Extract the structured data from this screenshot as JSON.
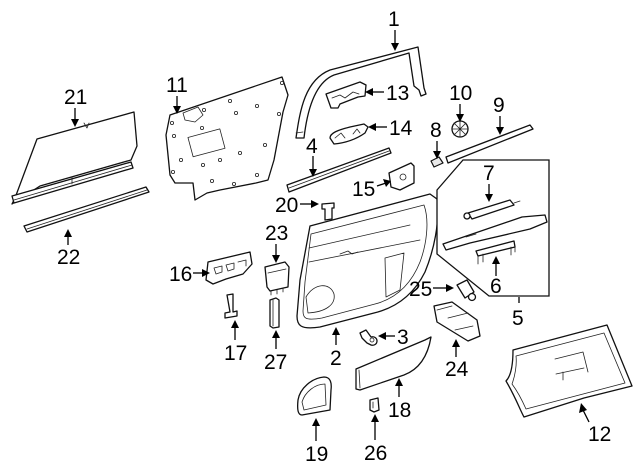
{
  "diagram": {
    "type": "exploded-parts-view",
    "subject": "rear door interior trim components",
    "callouts": [
      {
        "id": "1",
        "label": "1"
      },
      {
        "id": "2",
        "label": "2"
      },
      {
        "id": "3",
        "label": "3"
      },
      {
        "id": "4",
        "label": "4"
      },
      {
        "id": "5",
        "label": "5"
      },
      {
        "id": "6",
        "label": "6"
      },
      {
        "id": "7",
        "label": "7"
      },
      {
        "id": "8",
        "label": "8"
      },
      {
        "id": "9",
        "label": "9"
      },
      {
        "id": "10",
        "label": "10"
      },
      {
        "id": "11",
        "label": "11"
      },
      {
        "id": "12",
        "label": "12"
      },
      {
        "id": "13",
        "label": "13"
      },
      {
        "id": "14",
        "label": "14"
      },
      {
        "id": "15",
        "label": "15"
      },
      {
        "id": "16",
        "label": "16"
      },
      {
        "id": "17",
        "label": "17"
      },
      {
        "id": "18",
        "label": "18"
      },
      {
        "id": "19",
        "label": "19"
      },
      {
        "id": "20",
        "label": "20"
      },
      {
        "id": "21",
        "label": "21"
      },
      {
        "id": "22",
        "label": "22"
      },
      {
        "id": "23",
        "label": "23"
      },
      {
        "id": "24",
        "label": "24"
      },
      {
        "id": "25",
        "label": "25"
      },
      {
        "id": "26",
        "label": "26"
      },
      {
        "id": "27",
        "label": "27"
      }
    ],
    "group_box": {
      "contains": [
        "6",
        "7"
      ],
      "callout": "5"
    }
  }
}
